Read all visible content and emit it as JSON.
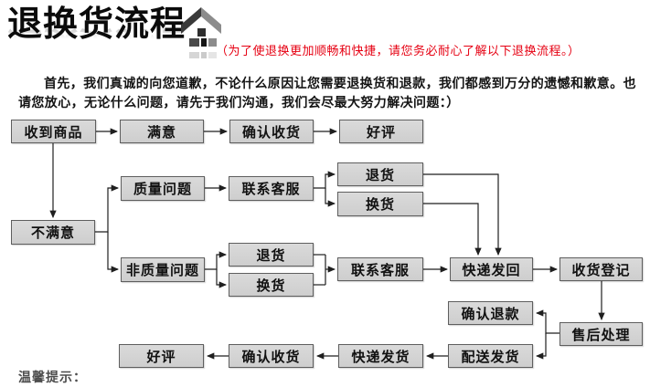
{
  "header": {
    "title": "退换货流程",
    "subtitle": "（为了使退换更加顺畅和快捷，请您务必耐心了解以下退换流程。）",
    "icon": "house-up-arrow-icon"
  },
  "intro": {
    "text": "首先，我们真诚的向您道歉，不论什么原因让您需要退换货和退款，我们都感到万分的遗憾和歉意。也请您放心，无论什么问题，请先于我们沟通，我们会尽最大努力解决问题：）"
  },
  "flow": {
    "nodes": {
      "receive": "收到商品",
      "satisfied": "满意",
      "confirm_top": "确认收货",
      "praise_top": "好评",
      "quality": "质量问题",
      "contact_quality": "联系客服",
      "return_quality": "退货",
      "exchange_quality": "换货",
      "unsatisfied": "不满意",
      "non_quality": "非质量问题",
      "return_nq": "退货",
      "exchange_nq": "换货",
      "contact_nq": "联系客服",
      "send_back": "快递发回",
      "register": "收货登记",
      "confirm_refund": "确认退款",
      "after_sales": "售后处理",
      "dispatch": "配送发货",
      "express": "快递发货",
      "confirm_bottom": "确认收货",
      "praise_bottom": "好评"
    }
  },
  "footer": {
    "tips": "温馨提示："
  },
  "colors": {
    "accent_red": "#e60012",
    "box_fill": "#d4d4d4",
    "box_border": "#5e5e5e",
    "line": "#1f1f1f"
  }
}
